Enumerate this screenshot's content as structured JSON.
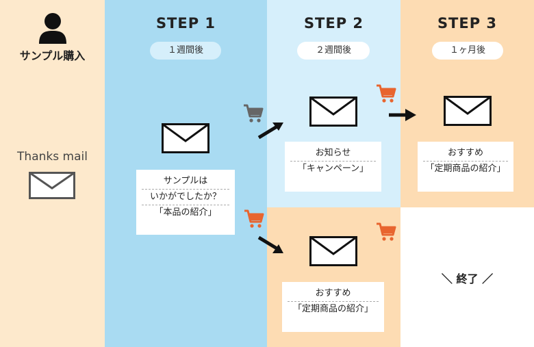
{
  "colors": {
    "cream": "#fde9cc",
    "blue": "#a9dbf2",
    "light_blue": "#d6effb",
    "peach": "#fddcb3",
    "cart_orange": "#e8652f",
    "cart_gray": "#666666"
  },
  "left": {
    "purchase_label": "サンプル購入",
    "thanks_label": "Thanks mail"
  },
  "steps": [
    {
      "title": "STEP 1",
      "timing": "１週間後"
    },
    {
      "title": "STEP 2",
      "timing": "２週間後"
    },
    {
      "title": "STEP 3",
      "timing": "１ヶ月後"
    }
  ],
  "cards": {
    "step1": [
      "サンプルは",
      "いかがでしたか？",
      "「本品の紹介」"
    ],
    "step2_top": [
      "お知らせ",
      "「キャンペーン」"
    ],
    "step2_bottom": [
      "おすすめ",
      "「定期商品の紹介」"
    ],
    "step3_top": [
      "おすすめ",
      "「定期商品の紹介」"
    ]
  },
  "end_label": "＼ 終了 ／"
}
